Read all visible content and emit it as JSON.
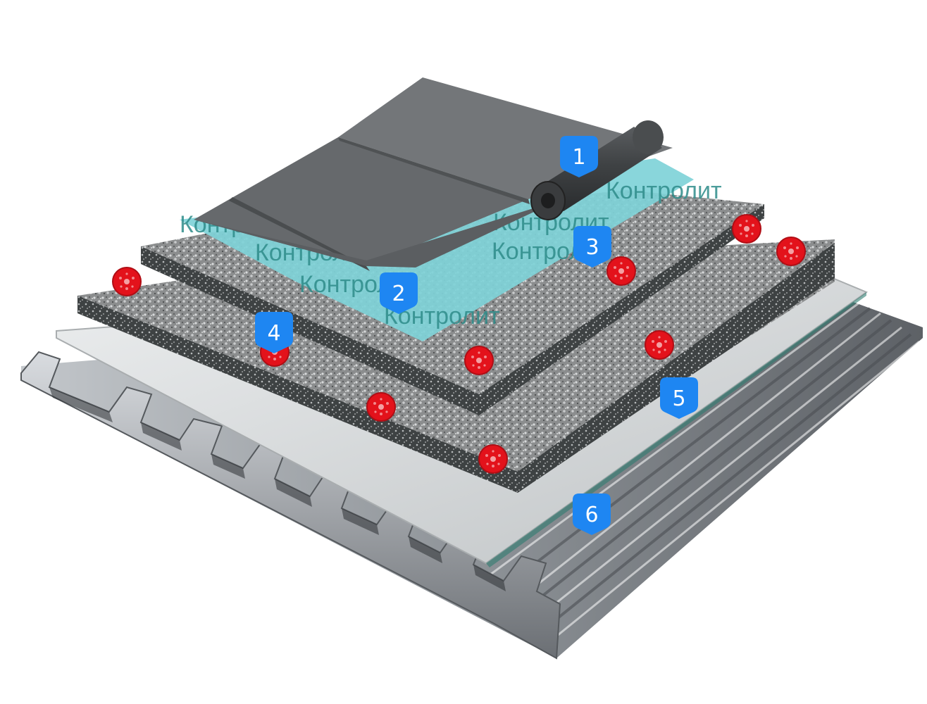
{
  "diagram": {
    "brand_text": "Контролит",
    "colors": {
      "marker_fill": "#1e86f2",
      "marker_text": "#ffffff",
      "membrane_top": "#6d7072",
      "underlay_cyan": "#7fd3d8",
      "insulation": "#8f9192",
      "fastener_red": "#e3121b",
      "vapor_barrier": "#d7d9da",
      "steel_deck": "#9a9ea3"
    },
    "markers": [
      {
        "id": "1",
        "label": "1"
      },
      {
        "id": "2",
        "label": "2"
      },
      {
        "id": "3",
        "label": "3"
      },
      {
        "id": "4",
        "label": "4"
      },
      {
        "id": "5",
        "label": "5"
      },
      {
        "id": "6",
        "label": "6"
      }
    ]
  }
}
